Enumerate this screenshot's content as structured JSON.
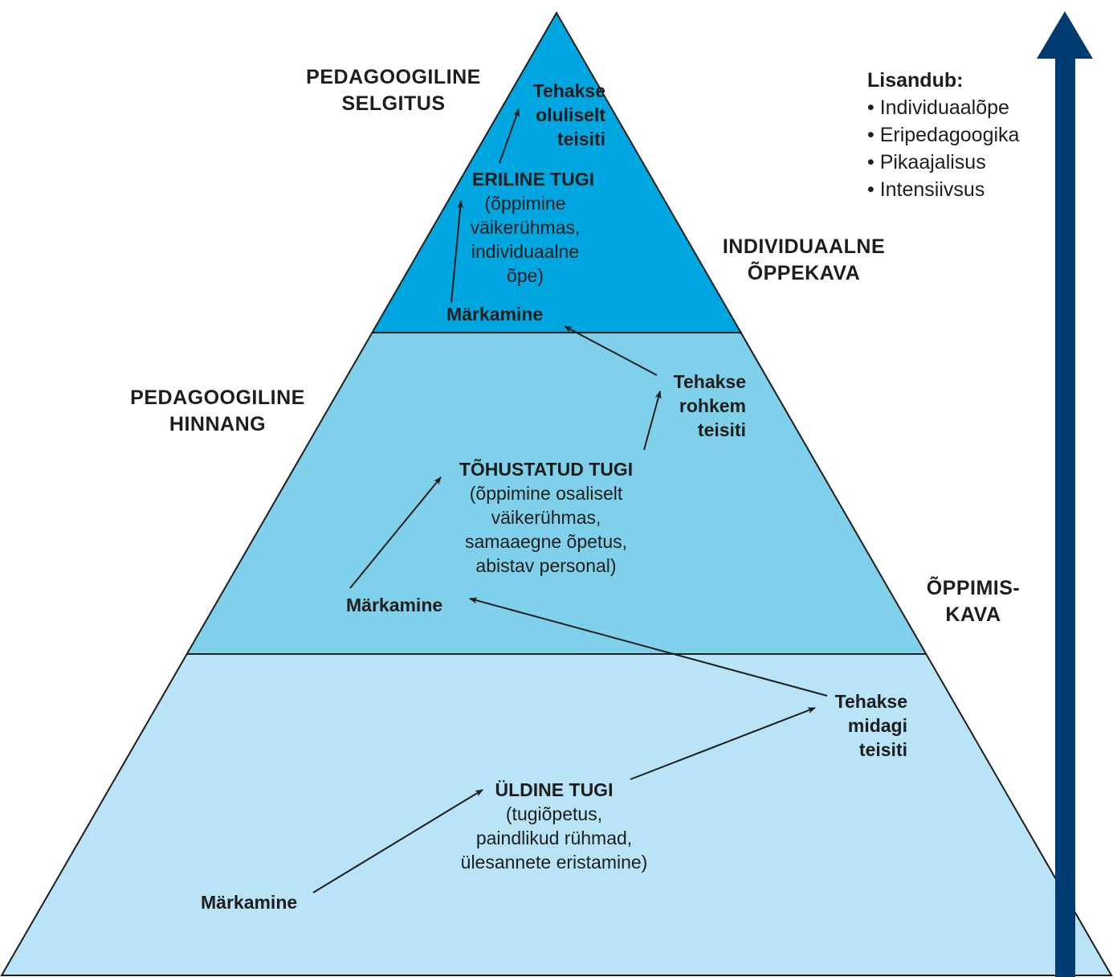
{
  "colors": {
    "top_tier": "#00a6e0",
    "middle_tier": "#7fd0ea",
    "bottom_tier": "#b9e3f6",
    "outline": "#1d1d1b",
    "arrow": "#1d1d1b",
    "side_arrow": "#003c71"
  },
  "labels": {
    "pedagoogiline_selgitus": [
      "PEDAGOOGILINE",
      "SELGITUS"
    ],
    "pedagoogiline_hinnang": [
      "PEDAGOOGILINE",
      "HINNANG"
    ],
    "individuaalne_oppekava": [
      "INDIVIDUAALNE",
      "ÕPPEKAVA"
    ],
    "oppimiskava": [
      "ÕPPIMIS-",
      "KAVA"
    ]
  },
  "lisandub": {
    "title": "Lisandub:",
    "items": [
      "• Individuaalõpe",
      "• Eripedagoogika",
      "• Pikaajalisus",
      "• Intensiivsus"
    ]
  },
  "tiers": {
    "top": {
      "title": "ERILINE TUGI",
      "desc": [
        "(õppimine",
        "väikerühmas,",
        "individuaalne",
        "õpe)"
      ],
      "markamine": "Märkamine",
      "tehakse": [
        "Tehakse",
        "oluliselt",
        "teisiti"
      ]
    },
    "middle": {
      "title": "TÕHUSTATUD TUGI",
      "desc": [
        "(õppimine osaliselt",
        "väikerühmas,",
        "samaaegne õpetus,",
        "abistav personal)"
      ],
      "markamine": "Märkamine",
      "tehakse": [
        "Tehakse",
        "rohkem",
        "teisiti"
      ]
    },
    "bottom": {
      "title": "ÜLDINE TUGI",
      "desc": [
        "(tugiõpetus,",
        "paindlikud rühmad,",
        "ülesannete eristamine)"
      ],
      "markamine": "Märkamine",
      "tehakse": [
        "Tehakse",
        "midagi",
        "teisiti"
      ]
    }
  }
}
